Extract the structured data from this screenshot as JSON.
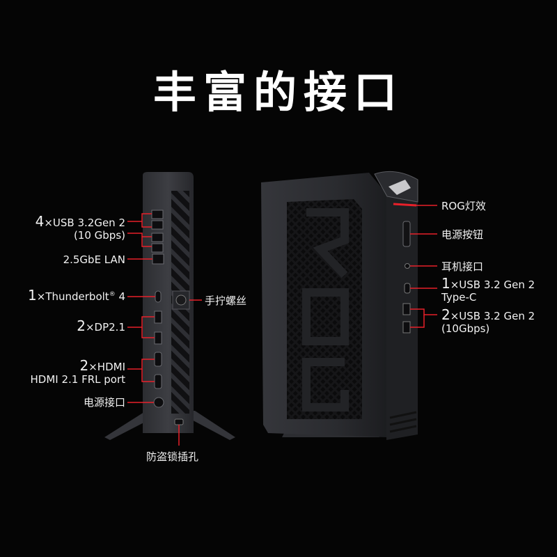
{
  "title": "丰富的接口",
  "colors": {
    "accent": "#e8202a",
    "background": "#050505",
    "chassis": "#3a3b40"
  },
  "left_device": {
    "labels": {
      "usb_a_count": "4",
      "usb_a": "×USB 3.2Gen 2",
      "usb_a_speed": "(10 Gbps)",
      "lan": "2.5GbE LAN",
      "thunderbolt_count": "1",
      "thunderbolt_pre": "×Thunderbolt",
      "thunderbolt_reg": "®",
      "thunderbolt_post": " 4",
      "dp_count": "2",
      "dp": "×DP2.1",
      "hdmi_count": "2",
      "hdmi": "×HDMI",
      "hdmi_sub": "HDMI 2.1 FRL port",
      "power_port": "电源接口",
      "thumb_screw": "手拧螺丝",
      "lock_slot": "防盗锁插孔"
    }
  },
  "right_device": {
    "labels": {
      "rog_light": "ROG灯效",
      "power_button": "电源按钮",
      "headphone": "耳机接口",
      "usbc_count": "1",
      "usbc": "×USB 3.2 Gen 2",
      "usbc_type": "Type-C",
      "usba_count": "2",
      "usba": "×USB 3.2 Gen 2",
      "usba_speed": "(10Gbps)"
    }
  }
}
